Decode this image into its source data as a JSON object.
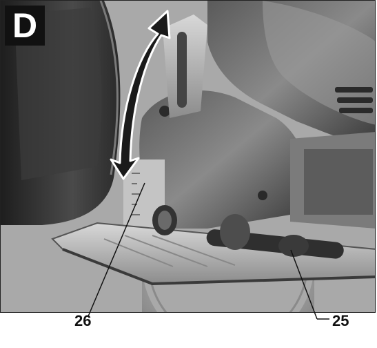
{
  "figure": {
    "label": "D",
    "callouts": [
      {
        "number": "26"
      },
      {
        "number": "25"
      }
    ]
  },
  "colors": {
    "tool_dark": "#2c2c2c",
    "tool_mid": "#6f6f6f",
    "tool_light": "#bdbdbd",
    "background": "#ffffff",
    "text": "#111111"
  }
}
